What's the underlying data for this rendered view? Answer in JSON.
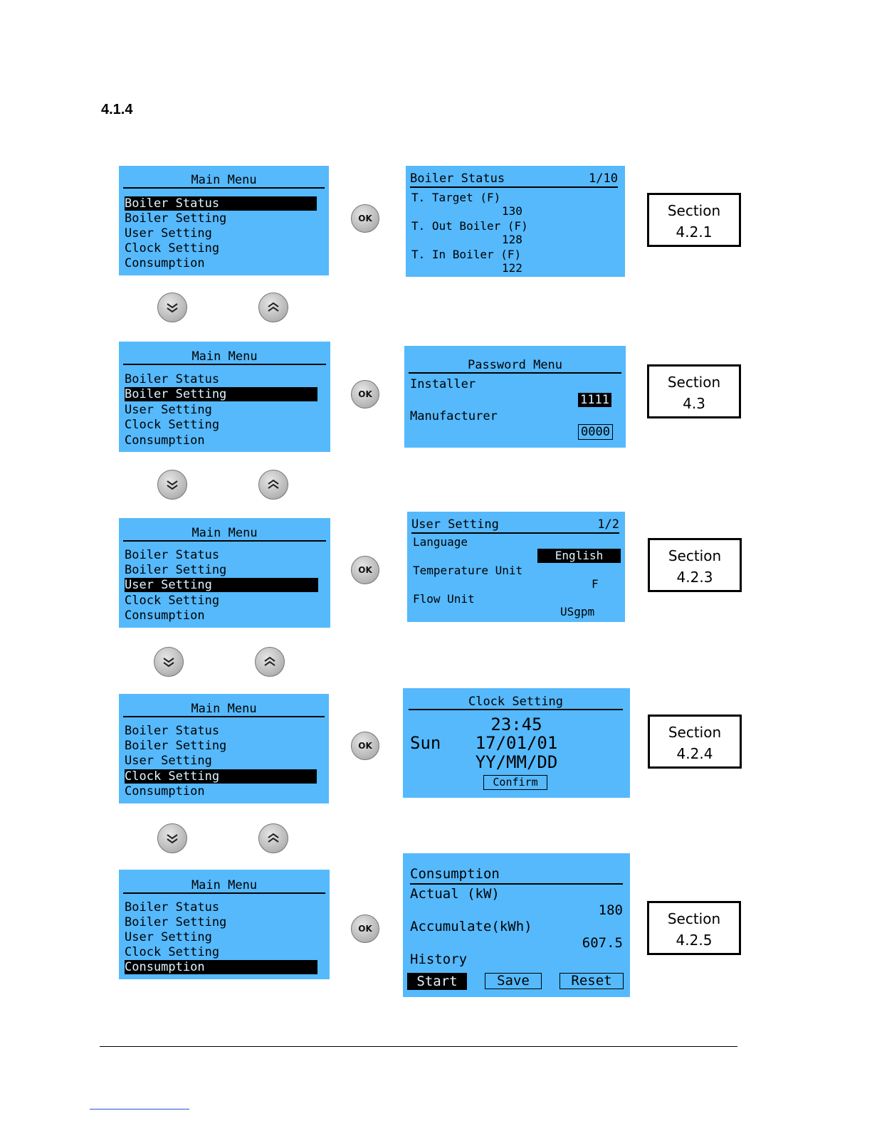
{
  "heading": "4.1.4",
  "main_menu": {
    "title": "Main Menu",
    "items": [
      "Boiler Status",
      "Boiler Setting",
      "User Setting",
      "Clock Setting",
      "Consumption"
    ]
  },
  "ok_label": "OK",
  "boiler_status": {
    "title": "Boiler Status",
    "page": "1/10",
    "l1": "T. Target (F)",
    "v1": "130",
    "l2": "T. Out Boiler (F)",
    "v2": "128",
    "l3": "T. In Boiler (F)",
    "v3": "122"
  },
  "password_menu": {
    "title": "Password Menu",
    "installer": "Installer",
    "installer_value": "1111",
    "manufacturer": "Manufacturer",
    "manufacturer_value": "0000"
  },
  "user_setting": {
    "title": "User Setting",
    "page": "1/2",
    "language": "Language",
    "language_value": "English",
    "temp_unit": "Temperature Unit",
    "temp_unit_value": "F",
    "flow_unit": "Flow Unit",
    "flow_unit_value": "USgpm"
  },
  "clock_setting": {
    "title": "Clock Setting",
    "time": "23:45",
    "day": "Sun",
    "date": "17/01/01",
    "format": "YY/MM/DD",
    "confirm": "Confirm"
  },
  "consumption": {
    "title": "Consumption",
    "actual": "Actual (kW)",
    "actual_value": "180",
    "accumulate": "Accumulate(kWh)",
    "accumulate_value": "607.5",
    "history": "History",
    "start": "Start",
    "save": "Save",
    "reset": "Reset"
  },
  "sections": [
    {
      "line1": "Section",
      "line2": "4.2.1"
    },
    {
      "line1": "Section",
      "line2": "4.3"
    },
    {
      "line1": "Section",
      "line2": "4.2.3"
    },
    {
      "line1": "Section",
      "line2": "4.2.4"
    },
    {
      "line1": "Section",
      "line2": "4.2.5"
    }
  ]
}
